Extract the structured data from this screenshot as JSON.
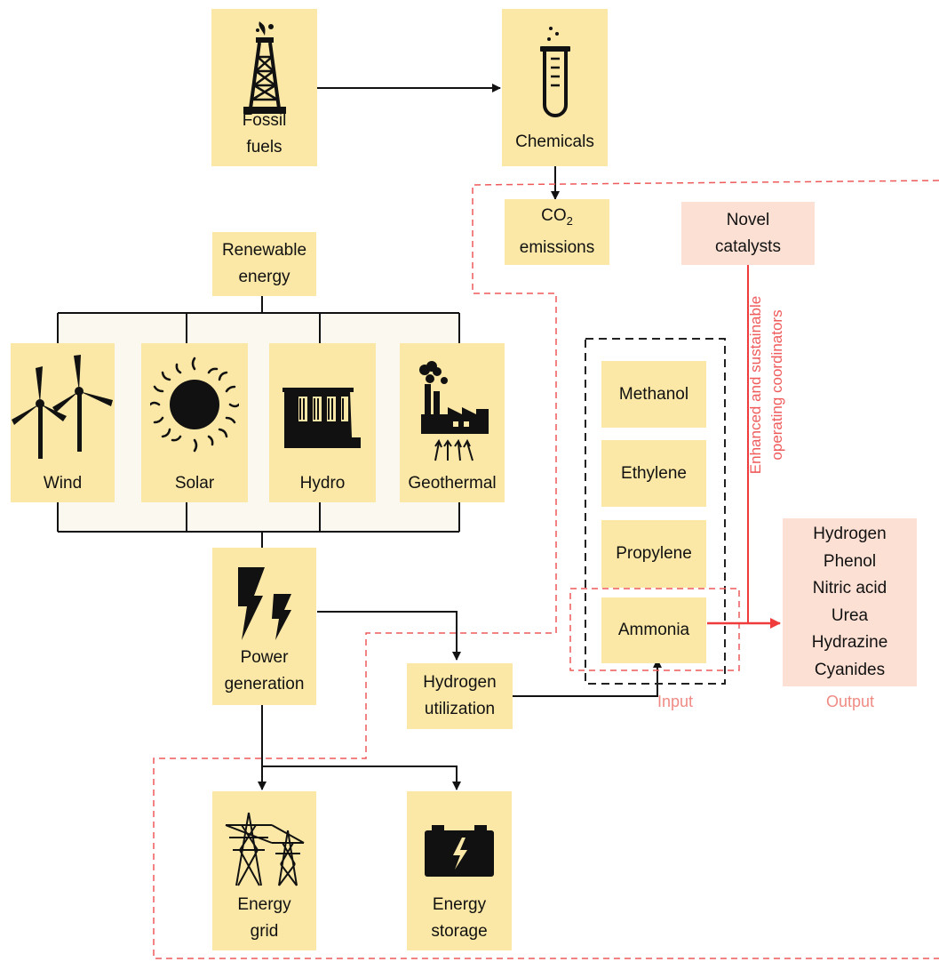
{
  "colors": {
    "box": "#fbe8a6",
    "pink_box": "#fde0d4",
    "red_line": "#ef3b3b",
    "caption": "#f08b84",
    "panel": "#fbf8ef"
  },
  "nodes": {
    "fossil_fuels": [
      "Fossil",
      "fuels"
    ],
    "chemicals": "Chemicals",
    "co2": {
      "base": "CO",
      "sub": "2",
      "line2": "emissions"
    },
    "novel_catalysts": [
      "Novel",
      "catalysts"
    ],
    "renewable_energy": [
      "Renewable",
      "energy"
    ],
    "wind": "Wind",
    "solar": "Solar",
    "hydro": "Hydro",
    "geothermal": "Geothermal",
    "power_generation": [
      "Power",
      "generation"
    ],
    "hydrogen_utilization": [
      "Hydrogen",
      "utilization"
    ],
    "energy_grid": [
      "Energy",
      "grid"
    ],
    "energy_storage": [
      "Energy",
      "storage"
    ]
  },
  "inputs": [
    "Methanol",
    "Ethylene",
    "Propylene",
    "Ammonia"
  ],
  "outputs": [
    "Hydrogen",
    "Phenol",
    "Nitric acid",
    "Urea",
    "Hydrazine",
    "Cyanides"
  ],
  "captions": {
    "input": "Input",
    "output": "Output"
  },
  "vertical_note": [
    "Enhanced and sustainable",
    "operating coordinators"
  ],
  "icons": [
    "oil-derrick-icon",
    "test-tube-icon",
    "wind-turbine-icon",
    "sun-icon",
    "hydro-dam-icon",
    "factory-icon",
    "lightning-icon",
    "power-tower-icon",
    "battery-icon"
  ]
}
